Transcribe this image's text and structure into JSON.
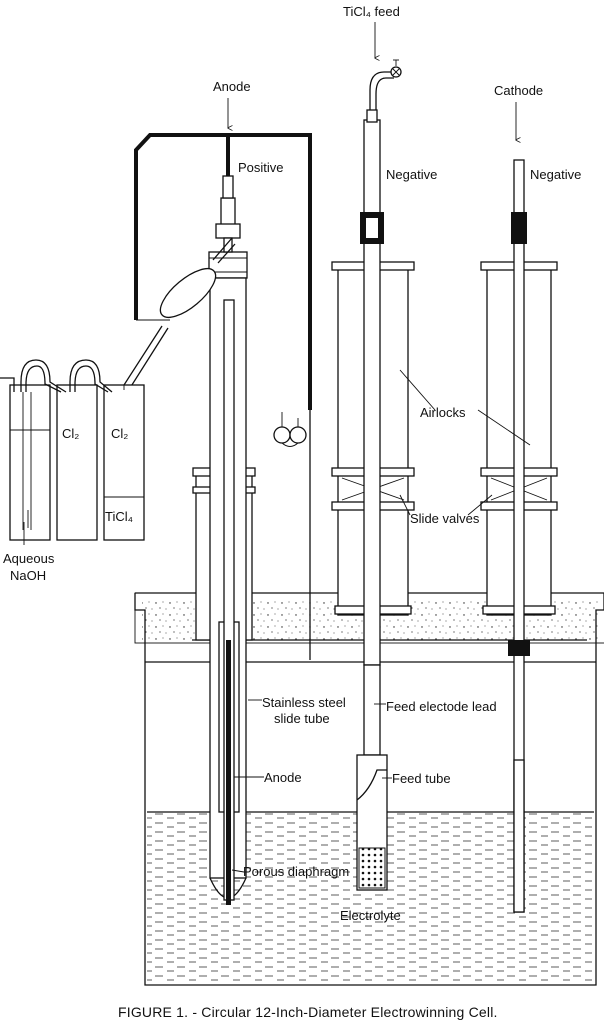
{
  "labels": {
    "ticl4_feed": "TiCl₄ feed",
    "anode_top": "Anode",
    "cathode": "Cathode",
    "positive": "Positive",
    "negative_feed": "Negative",
    "negative_cathode": "Negative",
    "cl2_a": "Cl₂",
    "cl2_b": "Cl₂",
    "ticl4_bottle": "TiCl₄",
    "aqueous": "Aqueous",
    "naoh": "NaOH",
    "airlocks": "Airlocks",
    "slide_valves": "Slide valves",
    "stainless_1": "Stainless steel",
    "stainless_2": "slide tube",
    "feed_lead": "Feed electode lead",
    "anode_inner": "Anode",
    "feed_tube": "Feed tube",
    "porous": "Porous diaphragm",
    "electrolyte": "Electrolyte"
  },
  "caption": "FIGURE 1. - Circular 12-Inch-Diameter Electrowinning Cell."
}
